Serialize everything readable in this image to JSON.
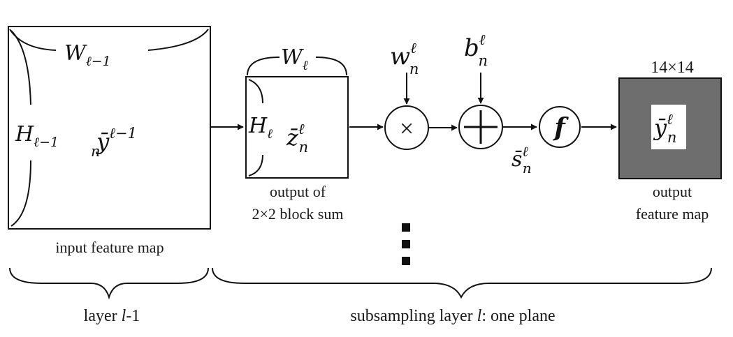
{
  "math": {
    "W_prev_base": "W",
    "W_prev_sub": "ℓ−1",
    "H_prev_base": "H",
    "H_prev_sub": "ℓ−1",
    "y_in_base": "ȳ",
    "y_in_sup": "ℓ−1",
    "y_in_sub": "n",
    "W_cur_base": "W",
    "W_cur_sub": "ℓ",
    "H_cur_base": "H",
    "H_cur_sub": "ℓ",
    "z_base": "z̄",
    "z_sup": "ℓ",
    "z_sub": "n",
    "w_base": "w",
    "w_sup": "ℓ",
    "w_sub": "n",
    "b_base": "b",
    "b_sup": "ℓ",
    "b_sub": "n",
    "s_base": "s̄",
    "s_sup": "ℓ",
    "s_sub": "n",
    "y_out_base": "ȳ",
    "y_out_sup": "ℓ",
    "y_out_sub": "n",
    "f_symbol": "f",
    "times_symbol": "×"
  },
  "labels": {
    "output_size": "14×14",
    "block_sum_line1": "output of",
    "block_sum_line2": "2×2 block sum",
    "input_map": "input feature map",
    "output_map_line1": "output",
    "output_map_line2": "feature map",
    "layer_prev_prefix": "layer ",
    "layer_prev_italic": "l",
    "layer_prev_suffix": "-1",
    "subsampling_prefix": "subsampling layer ",
    "subsampling_italic": "l",
    "subsampling_suffix": ": one plane"
  },
  "colors": {
    "output_map_fill": "#6e6e6e",
    "line": "#111111"
  }
}
